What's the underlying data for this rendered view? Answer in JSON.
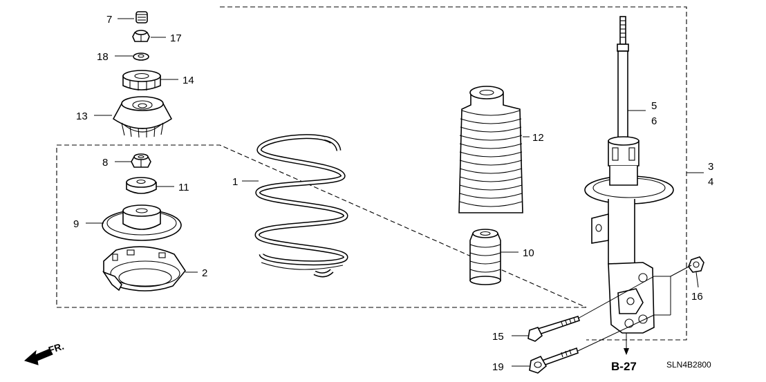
{
  "callouts": [
    {
      "id": "p7",
      "text": "7"
    },
    {
      "id": "p17",
      "text": "17"
    },
    {
      "id": "p18",
      "text": "18"
    },
    {
      "id": "p14",
      "text": "14"
    },
    {
      "id": "p13",
      "text": "13"
    },
    {
      "id": "p8",
      "text": "8"
    },
    {
      "id": "p11",
      "text": "11"
    },
    {
      "id": "p9",
      "text": "9"
    },
    {
      "id": "p2",
      "text": "2"
    },
    {
      "id": "p1",
      "text": "1"
    },
    {
      "id": "p12",
      "text": "12"
    },
    {
      "id": "p10",
      "text": "10"
    },
    {
      "id": "p5",
      "text": "5"
    },
    {
      "id": "p6",
      "text": "6"
    },
    {
      "id": "p3",
      "text": "3"
    },
    {
      "id": "p4",
      "text": "4"
    },
    {
      "id": "p16",
      "text": "16"
    },
    {
      "id": "p15",
      "text": "15"
    },
    {
      "id": "p19",
      "text": "19"
    }
  ],
  "reference_label": "B-27",
  "diagram_code": "SLN4B2800",
  "front_indicator": "FR.",
  "icons": {
    "front_arrow": "front-direction-arrow-icon"
  }
}
